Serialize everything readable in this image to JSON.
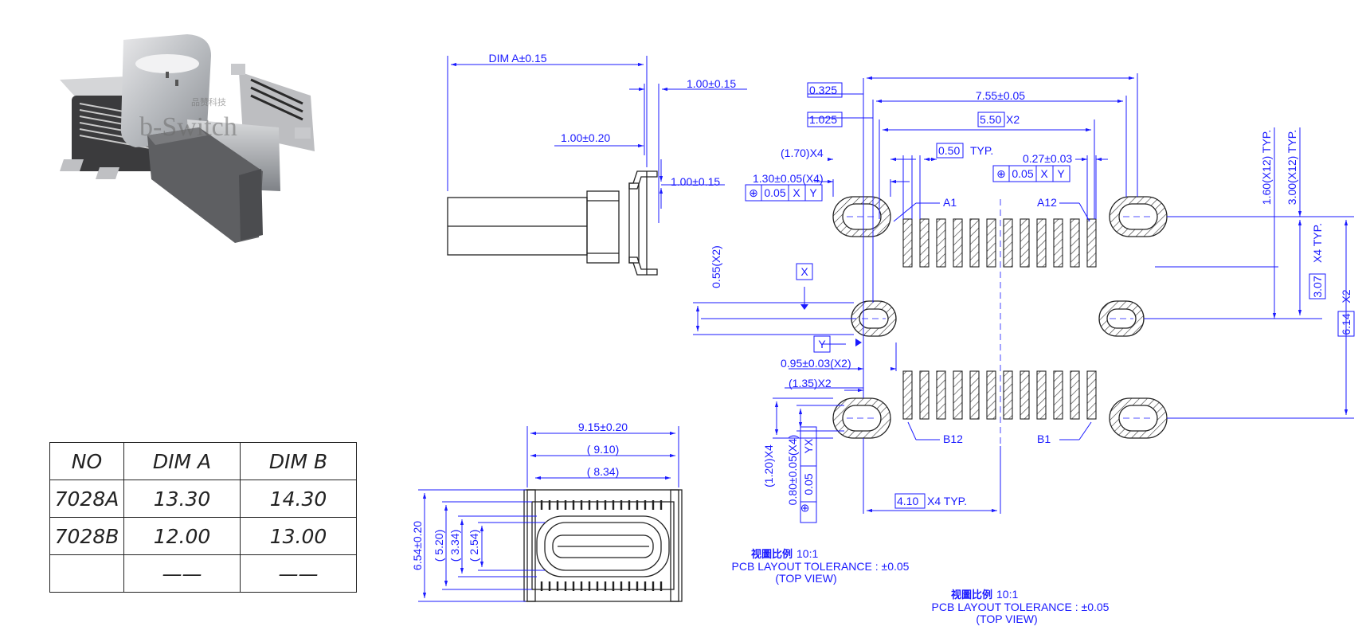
{
  "photo": {
    "watermark_brand": "b-Switch",
    "watermark_chinese": "品赞科技"
  },
  "table": {
    "headers": [
      "NO",
      "DIM A",
      "DIM B"
    ],
    "rows": [
      [
        "7028A",
        "13.30",
        "14.30"
      ],
      [
        "7028B",
        "12.00",
        "13.00"
      ],
      [
        "",
        "——",
        "——"
      ]
    ]
  },
  "side_view": {
    "dim_a": "DIM A±0.15",
    "d1": "1.00±0.15",
    "d2": "1.00±0.20",
    "d3": "1.00±0.15"
  },
  "front_view": {
    "w1": "9.15±0.20",
    "w2": "( 9.10)",
    "w3": "( 8.34)",
    "h1": "6.54±0.20",
    "h2": "( 5.20)",
    "h3": "( 3.34)",
    "h4": "( 2.54)"
  },
  "pcb_layout": {
    "d_0325": "0.325",
    "d_755": "7.55±0.05",
    "d_1025": "1.025",
    "d_550": "5.50",
    "d_550_suffix": "X2",
    "d_170": "(1.70)X4",
    "d_050": "0.50",
    "d_050_suffix": "TYP.",
    "d_027": "0.27±0.03",
    "d_130": "1.30±0.05(X4)",
    "tol_left": [
      "⊕",
      "0.05",
      "X",
      "Y"
    ],
    "tol_right": [
      "⊕",
      "0.05",
      "X",
      "Y"
    ],
    "label_a1": "A1",
    "label_a12": "A12",
    "label_b12": "B12",
    "label_b1": "B1",
    "datum_x": "X",
    "datum_y": "Y",
    "d_055": "0.55(X2)",
    "d_095": "0.95±0.03(X2)",
    "d_135": "(1.35)X2",
    "d_120": "(1.20)X4",
    "d_080": "0.80±0.05(X4)",
    "tol_vert": [
      "⊕",
      "0.05",
      "YX"
    ],
    "d_410": "4.10",
    "d_410_suffix": "X4 TYP.",
    "d_160": "1.60(X12) TYP.",
    "d_300": "3.00(X12) TYP.",
    "d_307": "3.07",
    "d_307_suffix": "X4 TYP.",
    "d_614": "6.14",
    "d_614_suffix": "X2"
  },
  "notes": [
    {
      "scale_cn": "视圖比例",
      "scale": "10:1",
      "tolerance": "PCB LAYOUT TOLERANCE : ±0.05",
      "view": "(TOP VIEW)"
    },
    {
      "scale_cn": "视圖比例",
      "scale": "10:1",
      "tolerance": "PCB LAYOUT TOLERANCE : ±0.05",
      "view": "(TOP VIEW)"
    }
  ],
  "colors": {
    "dimension": "#1a1aff",
    "outline": "#222222",
    "hatch": "#333333"
  }
}
